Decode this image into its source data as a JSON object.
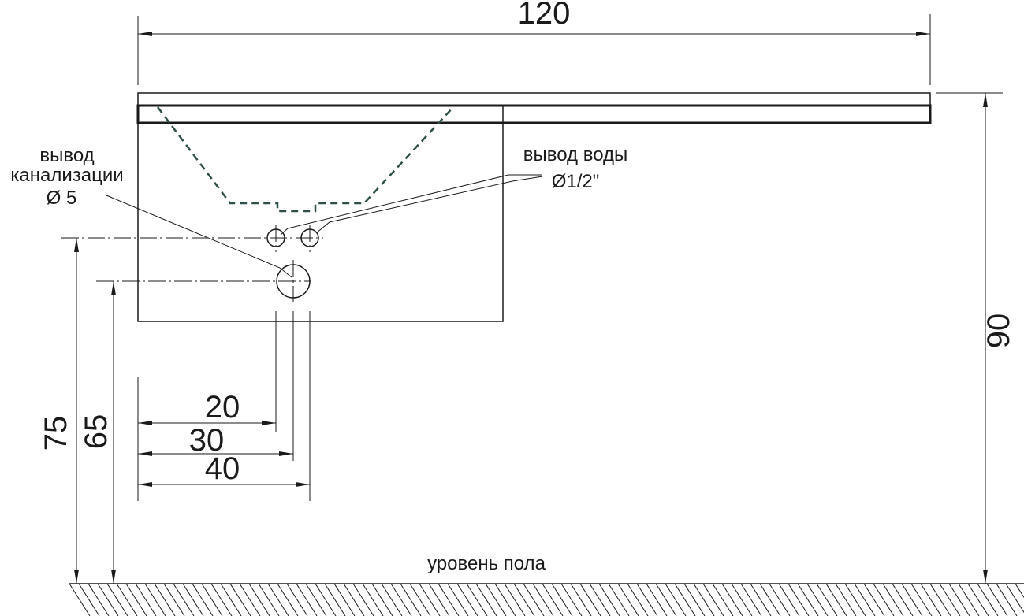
{
  "drawing": {
    "dimensions": {
      "width_total": "120",
      "height_total": "90",
      "water_outlet_height": "75",
      "drain_height": "65",
      "offset_20": "20",
      "offset_30": "30",
      "offset_40": "40"
    },
    "labels": {
      "drain_line1": "вывод",
      "drain_line2": "канализации",
      "drain_line3": "Ø 5",
      "water_line1": "вывод воды",
      "water_line2": "Ø1/2\"",
      "floor": "уровень пола"
    },
    "colors": {
      "line": "#1a1a1a",
      "bowl_hidden_line": "#2f4f4a",
      "background": "#ffffff"
    }
  }
}
